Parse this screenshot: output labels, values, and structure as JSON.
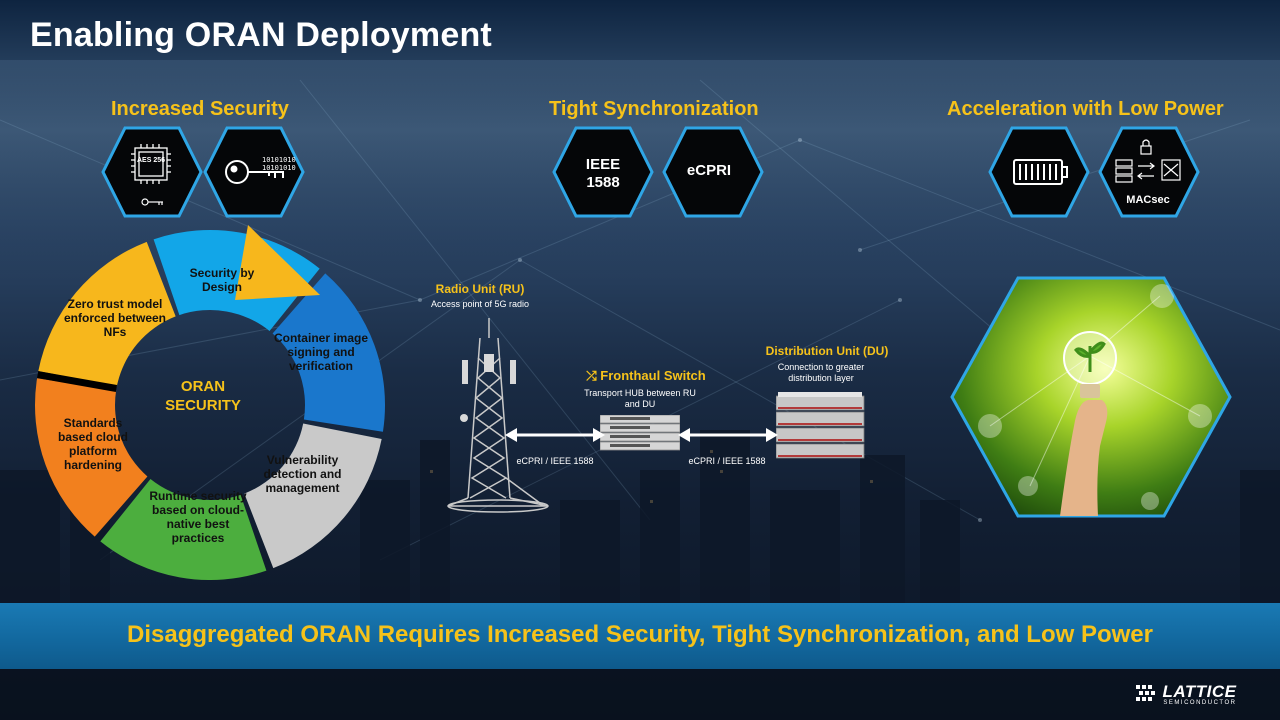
{
  "slide": {
    "title": "Enabling ORAN Deployment",
    "banner": "Disaggregated ORAN Requires Increased Security, Tight Synchronization, and Low Power"
  },
  "sections": {
    "security": {
      "heading": "Increased Security",
      "chip_label": "AES 256",
      "key_bits": "10101010\n10101010"
    },
    "sync": {
      "heading": "Tight Synchronization",
      "hex1_label": "IEEE 1588",
      "hex2_label": "eCPRI"
    },
    "power": {
      "heading": "Acceleration with Low Power",
      "macsec_label": "MACsec"
    }
  },
  "wheel": {
    "center": "ORAN SECURITY",
    "segments": [
      {
        "label": "Security by Design",
        "color": "#f7b71c"
      },
      {
        "label": "Container image signing and verification",
        "color": "#12a6e8"
      },
      {
        "label": "Vulnerability detection and management",
        "color": "#1a77cc"
      },
      {
        "label": "Runtime security based on cloud-native best practices",
        "color": "#c9c9c9"
      },
      {
        "label": "Standards based cloud platform hardening",
        "color": "#4cae3e"
      },
      {
        "label": "Zero trust model enforced between NFs",
        "color": "#f2801e"
      }
    ]
  },
  "network": {
    "ru_title": "Radio Unit (RU)",
    "ru_desc": "Access point of 5G radio",
    "switch_title": "Fronthaul Switch",
    "switch_desc": "Transport HUB between RU and DU",
    "du_title": "Distribution Unit (DU)",
    "du_desc": "Connection to greater distribution layer",
    "link_left": "eCPRI / IEEE 1588",
    "link_right": "eCPRI / IEEE 1588"
  },
  "brand": {
    "name": "LATTICE",
    "sub": "SEMICONDUCTOR"
  },
  "colors": {
    "accent": "#f6c21a",
    "hex_border": "#2fa6e6",
    "banner": "#1670a8"
  }
}
